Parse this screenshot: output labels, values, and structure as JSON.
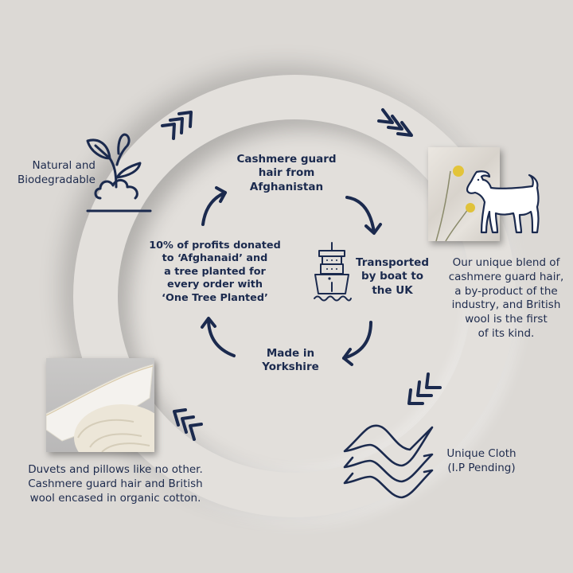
{
  "colors": {
    "background": "#dcd9d5",
    "ring": "#e3e0dc",
    "navy": "#1b2a4e",
    "flower_yellow": "#e3c43a"
  },
  "cycle": {
    "top": {
      "lines": [
        "Cashmere guard",
        "hair from",
        "Afghanistan"
      ]
    },
    "right": {
      "lines": [
        "Transported",
        "by boat to",
        "the UK"
      ],
      "icon": "ship-icon"
    },
    "bottom": {
      "lines": [
        "Made in",
        "Yorkshire"
      ]
    },
    "left": {
      "lines": [
        "10% of profits donated",
        "to ‘Afghanaid’ and",
        "a tree planted for",
        "every order with",
        "‘One Tree Planted’"
      ]
    }
  },
  "features": {
    "natural": {
      "lines": [
        "Natural and",
        "Biodegradable"
      ],
      "icon": "plant-sprout-icon"
    },
    "blend": {
      "lines": [
        "Our unique blend of",
        "cashmere guard hair,",
        "a by-product of the",
        "industry, and British",
        "wool is the first",
        "of its kind."
      ],
      "icon": "goat-icon",
      "photo": "wool-with-flowers-photo"
    },
    "cloth": {
      "lines": [
        "Unique Cloth",
        "(I.P Pending)"
      ],
      "icon": "layered-cloth-icon"
    },
    "duvets": {
      "lines": [
        "Duvets and pillows like no other.",
        "Cashmere guard hair and British",
        "wool encased in organic cotton."
      ],
      "photo": "duvet-pillow-photo"
    }
  },
  "ring_arrows": [
    "chevrons-top-left",
    "chevrons-top-right",
    "chevrons-bottom-right",
    "chevrons-bottom-left"
  ]
}
